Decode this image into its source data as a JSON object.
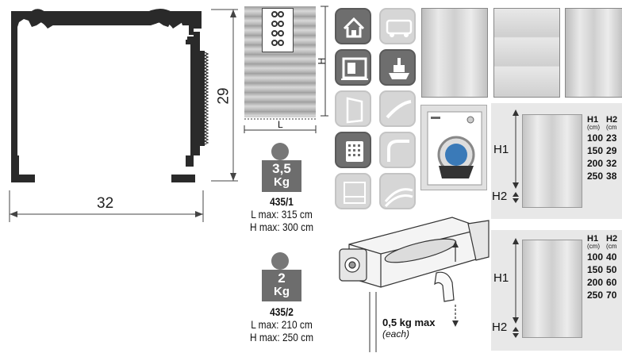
{
  "profile": {
    "height_label": "29",
    "width_label": "32"
  },
  "fabric": {
    "h_label": "H",
    "l_label": "L"
  },
  "model_1": {
    "weight_num": "3,5",
    "weight_unit": "Kg",
    "code": "435/1",
    "l_max": "L max: 315 cm",
    "h_max": "H max: 300 cm"
  },
  "model_2": {
    "weight_num": "2",
    "weight_unit": "Kg",
    "code": "435/2",
    "l_max": "L max: 210 cm",
    "h_max": "H max: 250 cm"
  },
  "motor": {
    "max_load": "0,5 kg max",
    "each": "(each)"
  },
  "table_1": {
    "h1_label": "H1",
    "h2_label": "H2",
    "col1": "H1",
    "col1_unit": "(cm)",
    "col2": "H2",
    "col2_unit": "(cm",
    "rows": [
      [
        "100",
        "23"
      ],
      [
        "150",
        "29"
      ],
      [
        "200",
        "32"
      ],
      [
        "250",
        "38"
      ]
    ]
  },
  "table_2": {
    "h1_label": "H1",
    "h2_label": "H2",
    "col1": "H1",
    "col1_unit": "(cm)",
    "col2": "H2",
    "col2_unit": "(cm",
    "rows": [
      [
        "100",
        "40"
      ],
      [
        "150",
        "50"
      ],
      [
        "200",
        "60"
      ],
      [
        "250",
        "70"
      ]
    ]
  },
  "icons": [
    "house-icon",
    "bus-icon",
    "window-icon",
    "ship-icon",
    "door-icon",
    "road-icon",
    "control-icon",
    "curve-icon",
    "floor-icon",
    "arc-icon",
    "washing-machine-icon"
  ],
  "colors": {
    "dark": "#6e6e6e",
    "panel": "#e8e8e8"
  }
}
